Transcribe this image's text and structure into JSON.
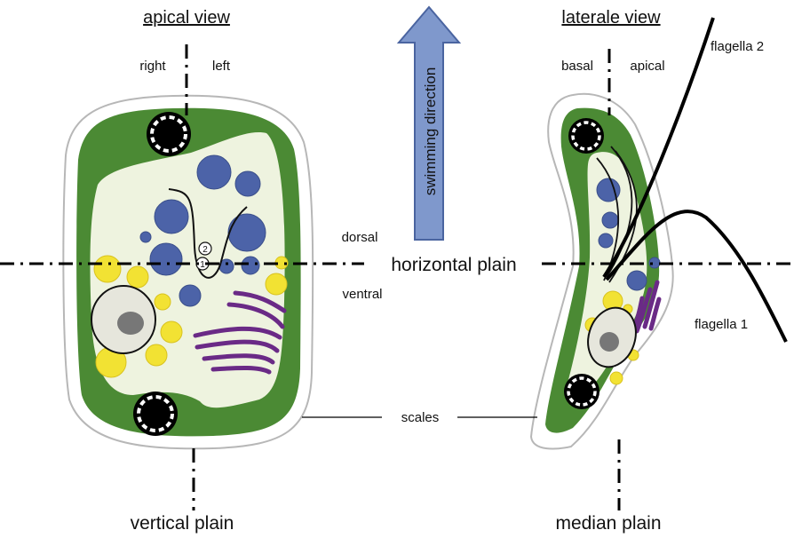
{
  "titles": {
    "apical": "apical view",
    "lateral": "laterale view"
  },
  "apical_labels": {
    "right": "right",
    "left": "left",
    "dorsal": "dorsal",
    "ventral": "ventral",
    "vertical_plain": "vertical plain",
    "horizontal_plain": "horizontal plain",
    "marker_2": "2",
    "marker_1": "1"
  },
  "lateral_labels": {
    "basal": "basal",
    "apical": "apical",
    "median_plain": "median plain",
    "flagella_1": "flagella 1",
    "flagella_2": "flagella 2"
  },
  "shared_labels": {
    "scales": "scales",
    "swimming_direction": "swimming direction"
  },
  "colors": {
    "cell_wall": "#4b8a34",
    "cytoplasm": "#eef3df",
    "vesicle_blue": "#4c63a8",
    "vesicle_yellow": "#f2e233",
    "golgi_purple": "#6a2a86",
    "nucleus_fill": "#e6e6dc",
    "nucleolus": "#777777",
    "arrow_fill": "#7f98cc",
    "scale_outline": "#b7b7b7"
  }
}
